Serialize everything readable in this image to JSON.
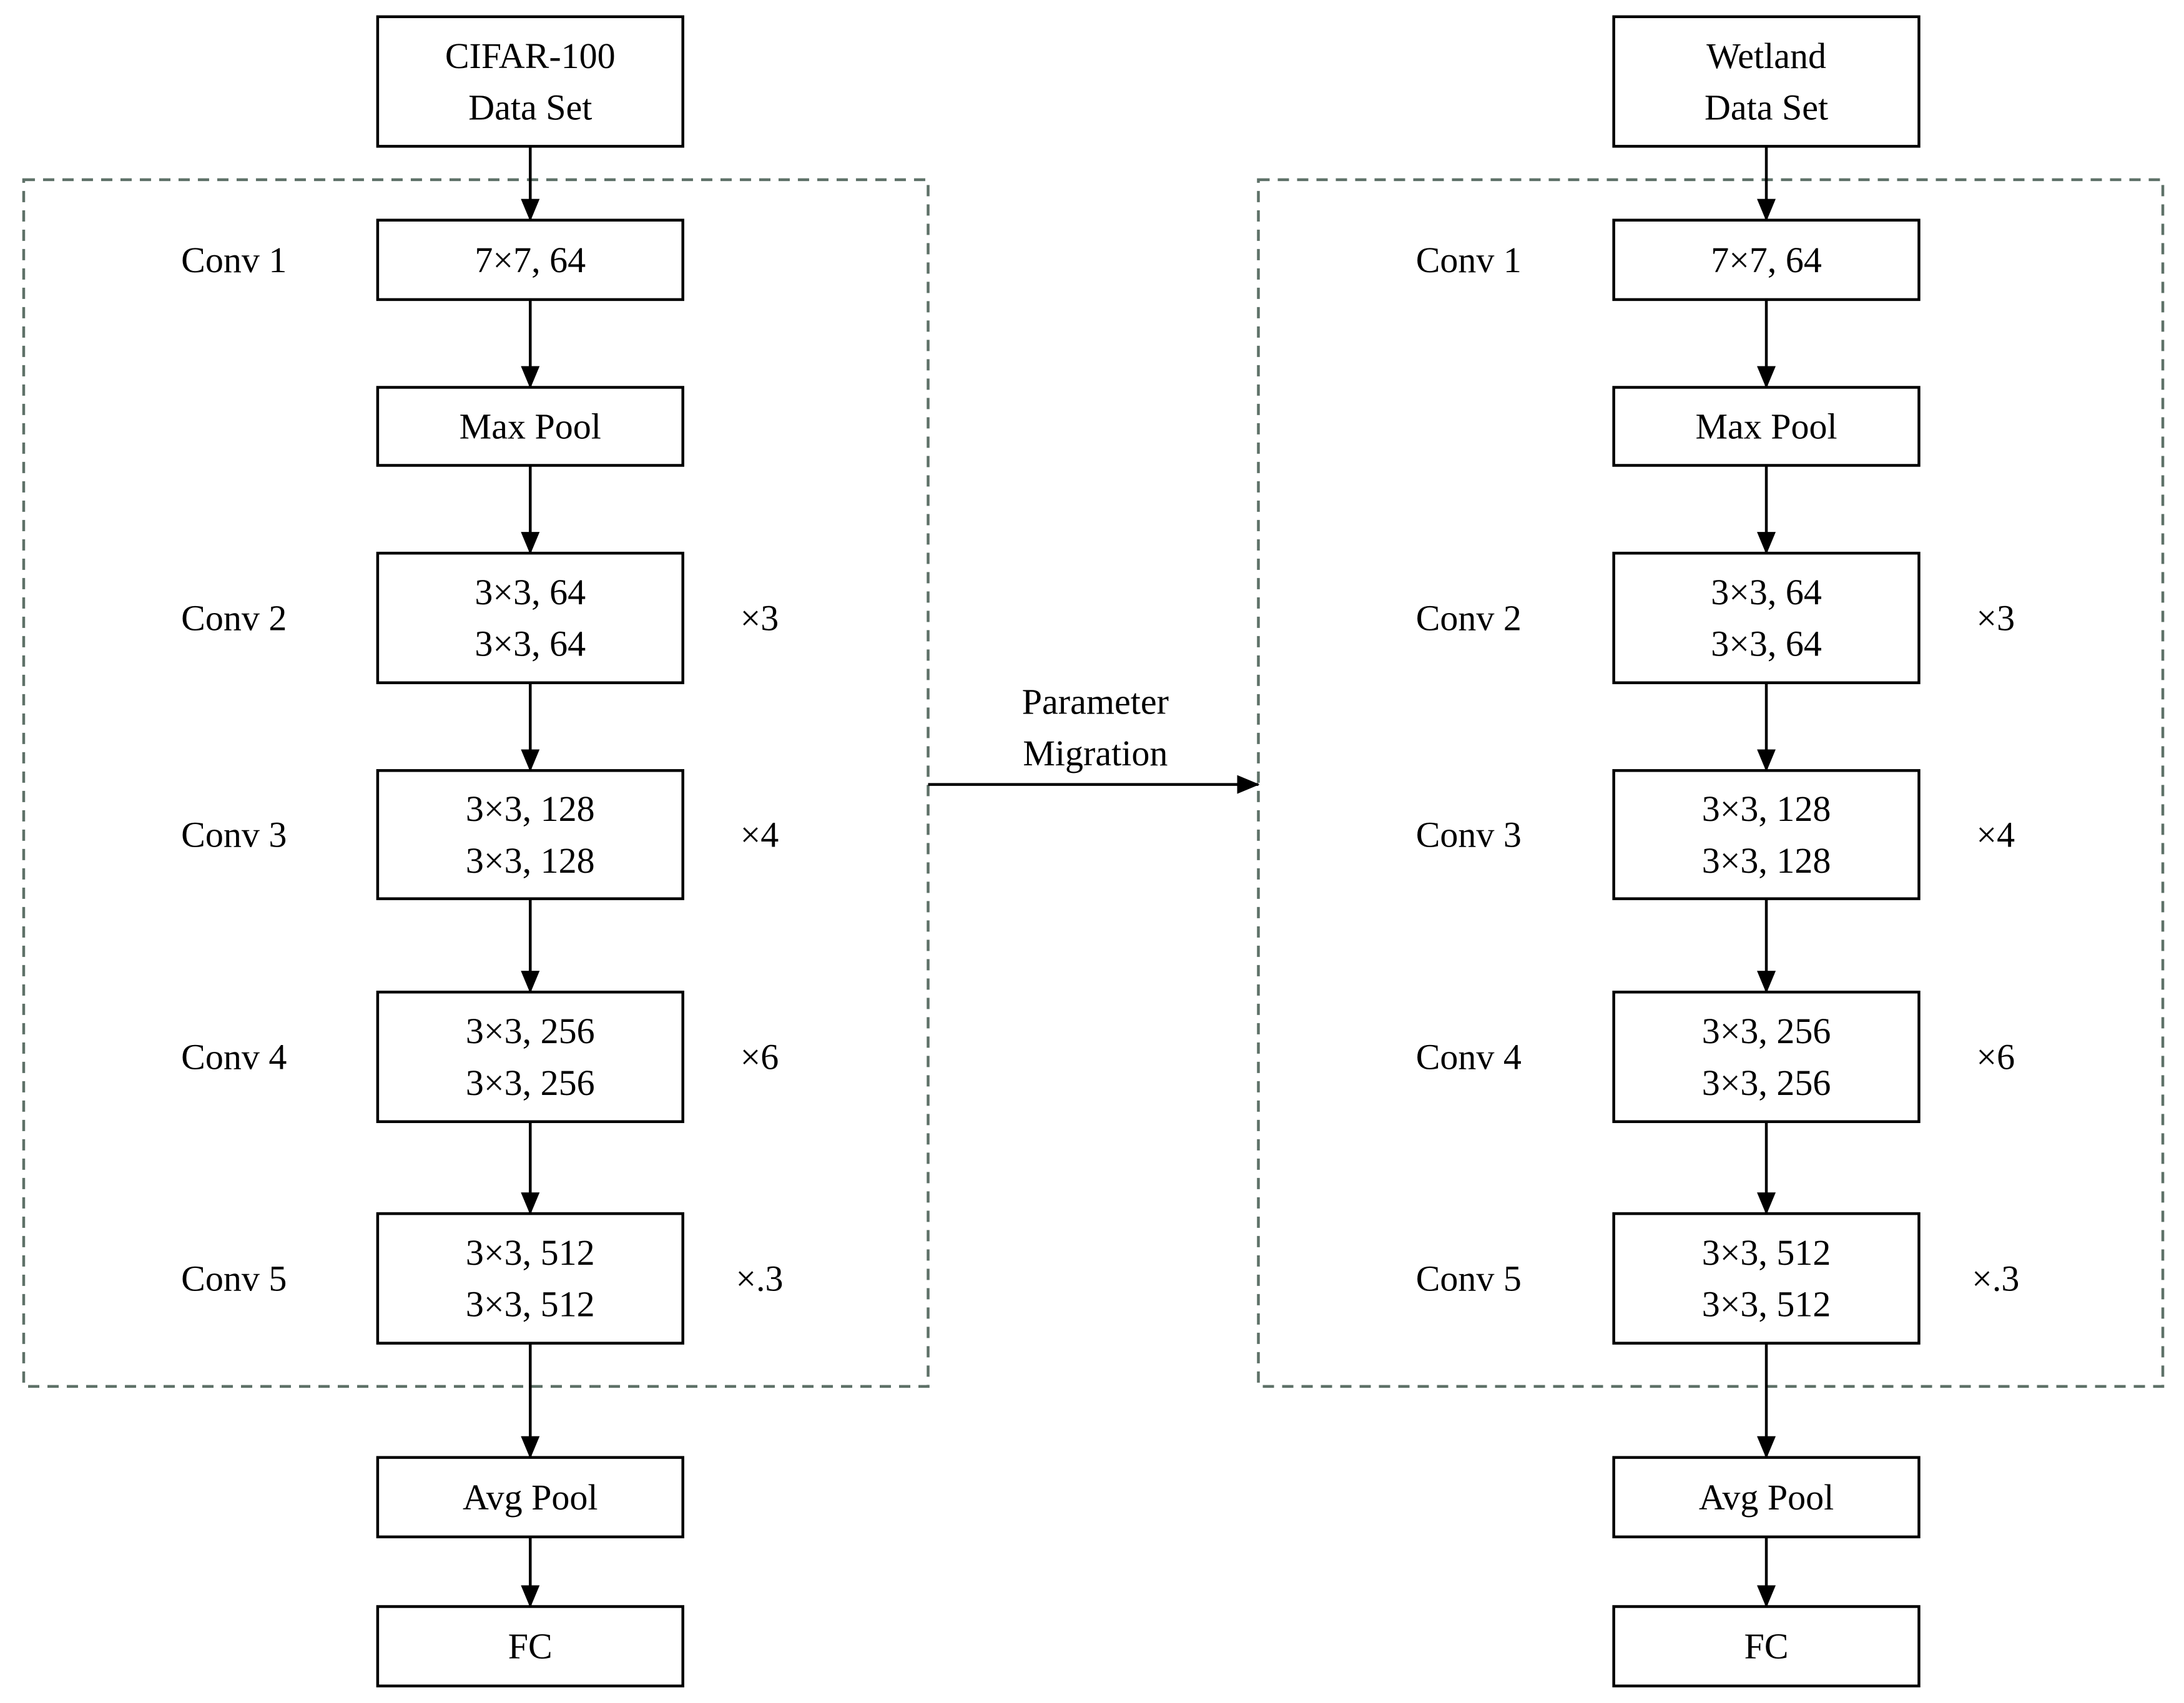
{
  "columns": [
    {
      "id": "source",
      "input_lines": [
        "CIFAR-100",
        "Data Set"
      ],
      "stages": [
        {
          "label": "Conv 1",
          "lines": [
            "7×7, 64"
          ],
          "repeat": ""
        },
        {
          "label": "",
          "lines": [
            "Max Pool"
          ],
          "repeat": ""
        },
        {
          "label": "Conv 2",
          "lines": [
            "3×3, 64",
            "3×3, 64"
          ],
          "repeat": "×3"
        },
        {
          "label": "Conv 3",
          "lines": [
            "3×3, 128",
            "3×3, 128"
          ],
          "repeat": "×4"
        },
        {
          "label": "Conv 4",
          "lines": [
            "3×3, 256",
            "3×3, 256"
          ],
          "repeat": "×6"
        },
        {
          "label": "Conv 5",
          "lines": [
            "3×3, 512",
            "3×3, 512"
          ],
          "repeat": "×.3"
        }
      ],
      "tail": [
        [
          "Avg Pool"
        ],
        [
          "FC"
        ]
      ]
    },
    {
      "id": "target",
      "input_lines": [
        "Wetland",
        "Data Set"
      ],
      "stages": [
        {
          "label": "Conv 1",
          "lines": [
            "7×7, 64"
          ],
          "repeat": ""
        },
        {
          "label": "",
          "lines": [
            "Max Pool"
          ],
          "repeat": ""
        },
        {
          "label": "Conv 2",
          "lines": [
            "3×3, 64",
            "3×3, 64"
          ],
          "repeat": "×3"
        },
        {
          "label": "Conv 3",
          "lines": [
            "3×3, 128",
            "3×3, 128"
          ],
          "repeat": "×4"
        },
        {
          "label": "Conv 4",
          "lines": [
            "3×3, 256",
            "3×3, 256"
          ],
          "repeat": "×6"
        },
        {
          "label": "Conv 5",
          "lines": [
            "3×3, 512",
            "3×3, 512"
          ],
          "repeat": "×.3"
        }
      ],
      "tail": [
        [
          "Avg Pool"
        ],
        [
          "FC"
        ]
      ]
    }
  ],
  "transfer": {
    "label_lines": [
      "Parameter",
      "Migration"
    ]
  },
  "colors": {
    "stroke": "#000000",
    "dashed_frame": "#5e7168",
    "background": "#ffffff"
  }
}
